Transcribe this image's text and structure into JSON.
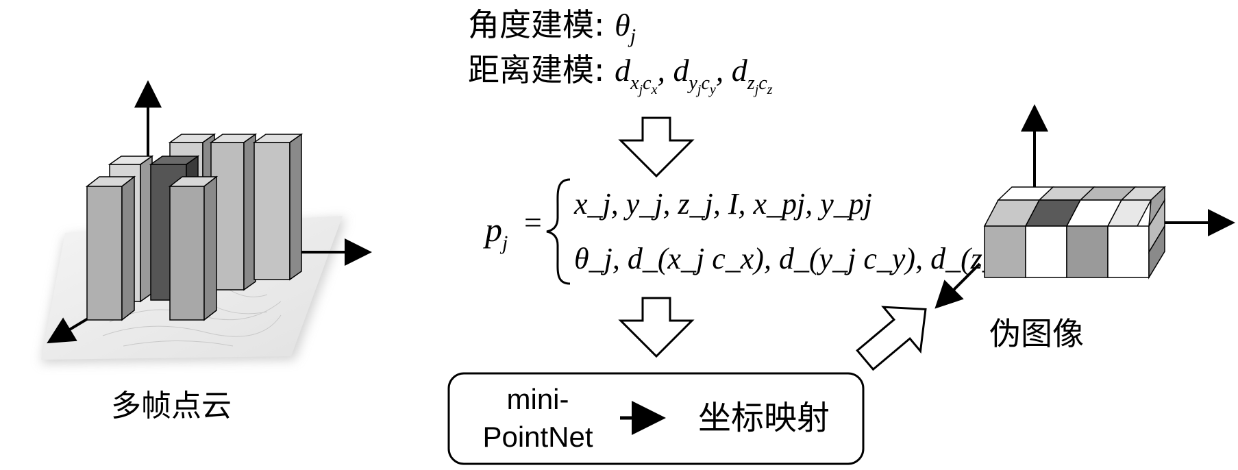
{
  "modeling": {
    "angle_label": "角度建模: ",
    "angle_symbol": "θ",
    "angle_sub": "j",
    "distance_label": "距离建模: ",
    "d_symbol": "d",
    "dist_terms": [
      {
        "s1": "x",
        "s2": "j",
        "s3": "c",
        "s4": "x"
      },
      {
        "s1": "y",
        "s2": "j",
        "s3": "c",
        "s4": "y"
      },
      {
        "s1": "z",
        "s2": "j",
        "s3": "c",
        "s4": "z"
      }
    ]
  },
  "equation": {
    "lhs": "p",
    "lhs_sub": "j",
    "equals": "=",
    "row1": "x_j, y_j, z_j, I, x_pj, y_pj",
    "row2": "θ_j, d_(x_j c_x), d_(y_j c_y), d_(z_j c_z)"
  },
  "process_box": {
    "left_line1": "mini-",
    "left_line2": "PointNet",
    "right_label": "坐标映射"
  },
  "left_caption": "多帧点云",
  "right_caption": "伪图像",
  "colors": {
    "stroke": "#000000",
    "bar_light": "#cfcfcf",
    "bar_mid": "#a8a8a8",
    "bar_side": "#8a8a8a",
    "bar_dark": "#555555",
    "bar_dark_side": "#3a3a3a",
    "cell_white": "#ffffff",
    "cell_gray": "#b0b0b0"
  }
}
